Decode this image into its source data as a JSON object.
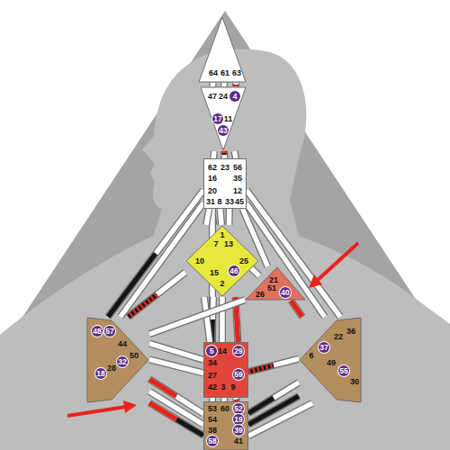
{
  "diagram": {
    "nodes": [
      {
        "text": [
          "64",
          "61",
          "63"
        ]
      },
      {
        "text": [
          "47",
          "24",
          "4",
          "17",
          "11",
          "43"
        ]
      },
      {
        "text": [
          "62",
          "23",
          "56",
          "16",
          "35",
          "20",
          "12",
          "31",
          "8",
          "33",
          "45"
        ]
      },
      {
        "text": [
          "1",
          "7",
          "13",
          "10",
          "25",
          "15",
          "46",
          "2"
        ]
      },
      {
        "text": [
          "21",
          "51",
          "26",
          "40"
        ]
      },
      {
        "text": [
          "48",
          "57",
          "44",
          "50",
          "32",
          "28",
          "18"
        ]
      },
      {
        "text": [
          "36",
          "22",
          "37",
          "6",
          "49",
          "55",
          "30"
        ]
      },
      {
        "text": [
          "5",
          "14",
          "29",
          "34",
          "27",
          "59",
          "42",
          "3",
          "9"
        ]
      },
      {
        "text": [
          "53",
          "60",
          "52",
          "54",
          "19",
          "38",
          "39",
          "58",
          "41"
        ]
      }
    ],
    "edges": [
      {
        "from": 0,
        "to": 1,
        "arrow": "none"
      },
      {
        "from": 0,
        "to": 1,
        "arrow": "none"
      },
      {
        "from": 0,
        "to": 1,
        "arrow": "none"
      },
      {
        "from": 1,
        "to": 2,
        "arrow": "none"
      },
      {
        "from": 1,
        "to": 2,
        "arrow": "none"
      },
      {
        "from": 1,
        "to": 2,
        "arrow": "none"
      },
      {
        "from": 2,
        "to": 3,
        "arrow": "none"
      },
      {
        "from": 2,
        "to": 3,
        "arrow": "none"
      },
      {
        "from": 2,
        "to": 3,
        "arrow": "none"
      },
      {
        "from": 2,
        "to": 4,
        "arrow": "none"
      },
      {
        "from": 2,
        "to": 5,
        "arrow": "none"
      },
      {
        "from": 2,
        "to": 5,
        "arrow": "none"
      },
      {
        "from": 2,
        "to": 6,
        "arrow": "none"
      },
      {
        "from": 2,
        "to": 6,
        "arrow": "none"
      },
      {
        "from": 2,
        "to": 7,
        "arrow": "none"
      },
      {
        "from": 2,
        "to": 3,
        "arrow": "none"
      },
      {
        "from": 3,
        "to": 4,
        "arrow": "none"
      },
      {
        "from": 3,
        "to": 5,
        "arrow": "none"
      },
      {
        "from": 3,
        "to": 7,
        "arrow": "none"
      },
      {
        "from": 3,
        "to": 7,
        "arrow": "none"
      },
      {
        "from": 3,
        "to": 7,
        "arrow": "none"
      },
      {
        "from": 3,
        "to": 7,
        "arrow": "none"
      },
      {
        "from": 4,
        "to": 5,
        "arrow": "none"
      },
      {
        "from": 4,
        "to": 6,
        "arrow": "none"
      },
      {
        "from": 7,
        "to": 5,
        "arrow": "none"
      },
      {
        "from": 7,
        "to": 5,
        "arrow": "none"
      },
      {
        "from": 7,
        "to": 6,
        "arrow": "none"
      },
      {
        "from": 7,
        "to": 8,
        "arrow": "none"
      },
      {
        "from": 7,
        "to": 8,
        "arrow": "none"
      },
      {
        "from": 7,
        "to": 8,
        "arrow": "none"
      },
      {
        "from": 8,
        "to": 5,
        "arrow": "none"
      },
      {
        "from": 8,
        "to": 5,
        "arrow": "none"
      },
      {
        "from": 8,
        "to": 5,
        "arrow": "none"
      },
      {
        "from": 8,
        "to": 6,
        "arrow": "none"
      },
      {
        "from": 8,
        "to": 6,
        "arrow": "none"
      },
      {
        "from": 8,
        "to": 6,
        "arrow": "none"
      }
    ]
  }
}
